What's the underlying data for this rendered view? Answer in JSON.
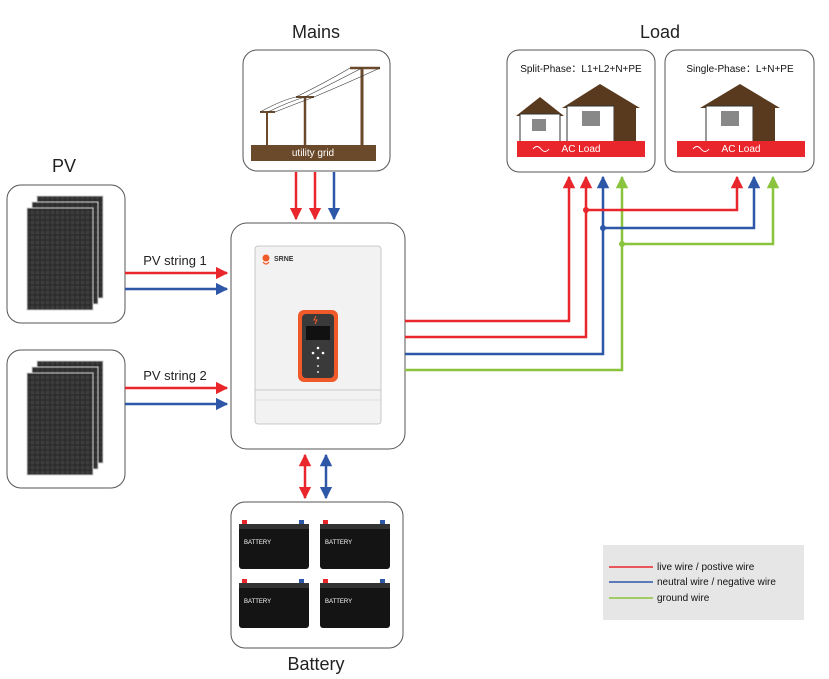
{
  "sections": {
    "pv": "PV",
    "mains": "Mains",
    "load": "Load",
    "battery": "Battery"
  },
  "grid_label": "utility grid",
  "pv_strings": [
    "PV string 1",
    "PV string 2"
  ],
  "inverter_brand": "SRNE",
  "loads": [
    {
      "title": "Split-Phase：L1+L2+N+PE",
      "bar": "AC Load"
    },
    {
      "title": "Single-Phase：L+N+PE",
      "bar": "AC Load"
    }
  ],
  "battery_labels": [
    "BATTERY",
    "BATTERY",
    "BATTERY",
    "BATTERY"
  ],
  "legend": [
    {
      "label": "live wire / postive wire",
      "color": "#e8262b"
    },
    {
      "label": "neutral wire / negative wire",
      "color": "#2f57a8"
    },
    {
      "label": "ground wire",
      "color": "#8ac43f"
    }
  ],
  "colors": {
    "live": "#e8262b",
    "neutral": "#2f57a8",
    "ground": "#8ac43f",
    "accent": "#f05a28"
  }
}
